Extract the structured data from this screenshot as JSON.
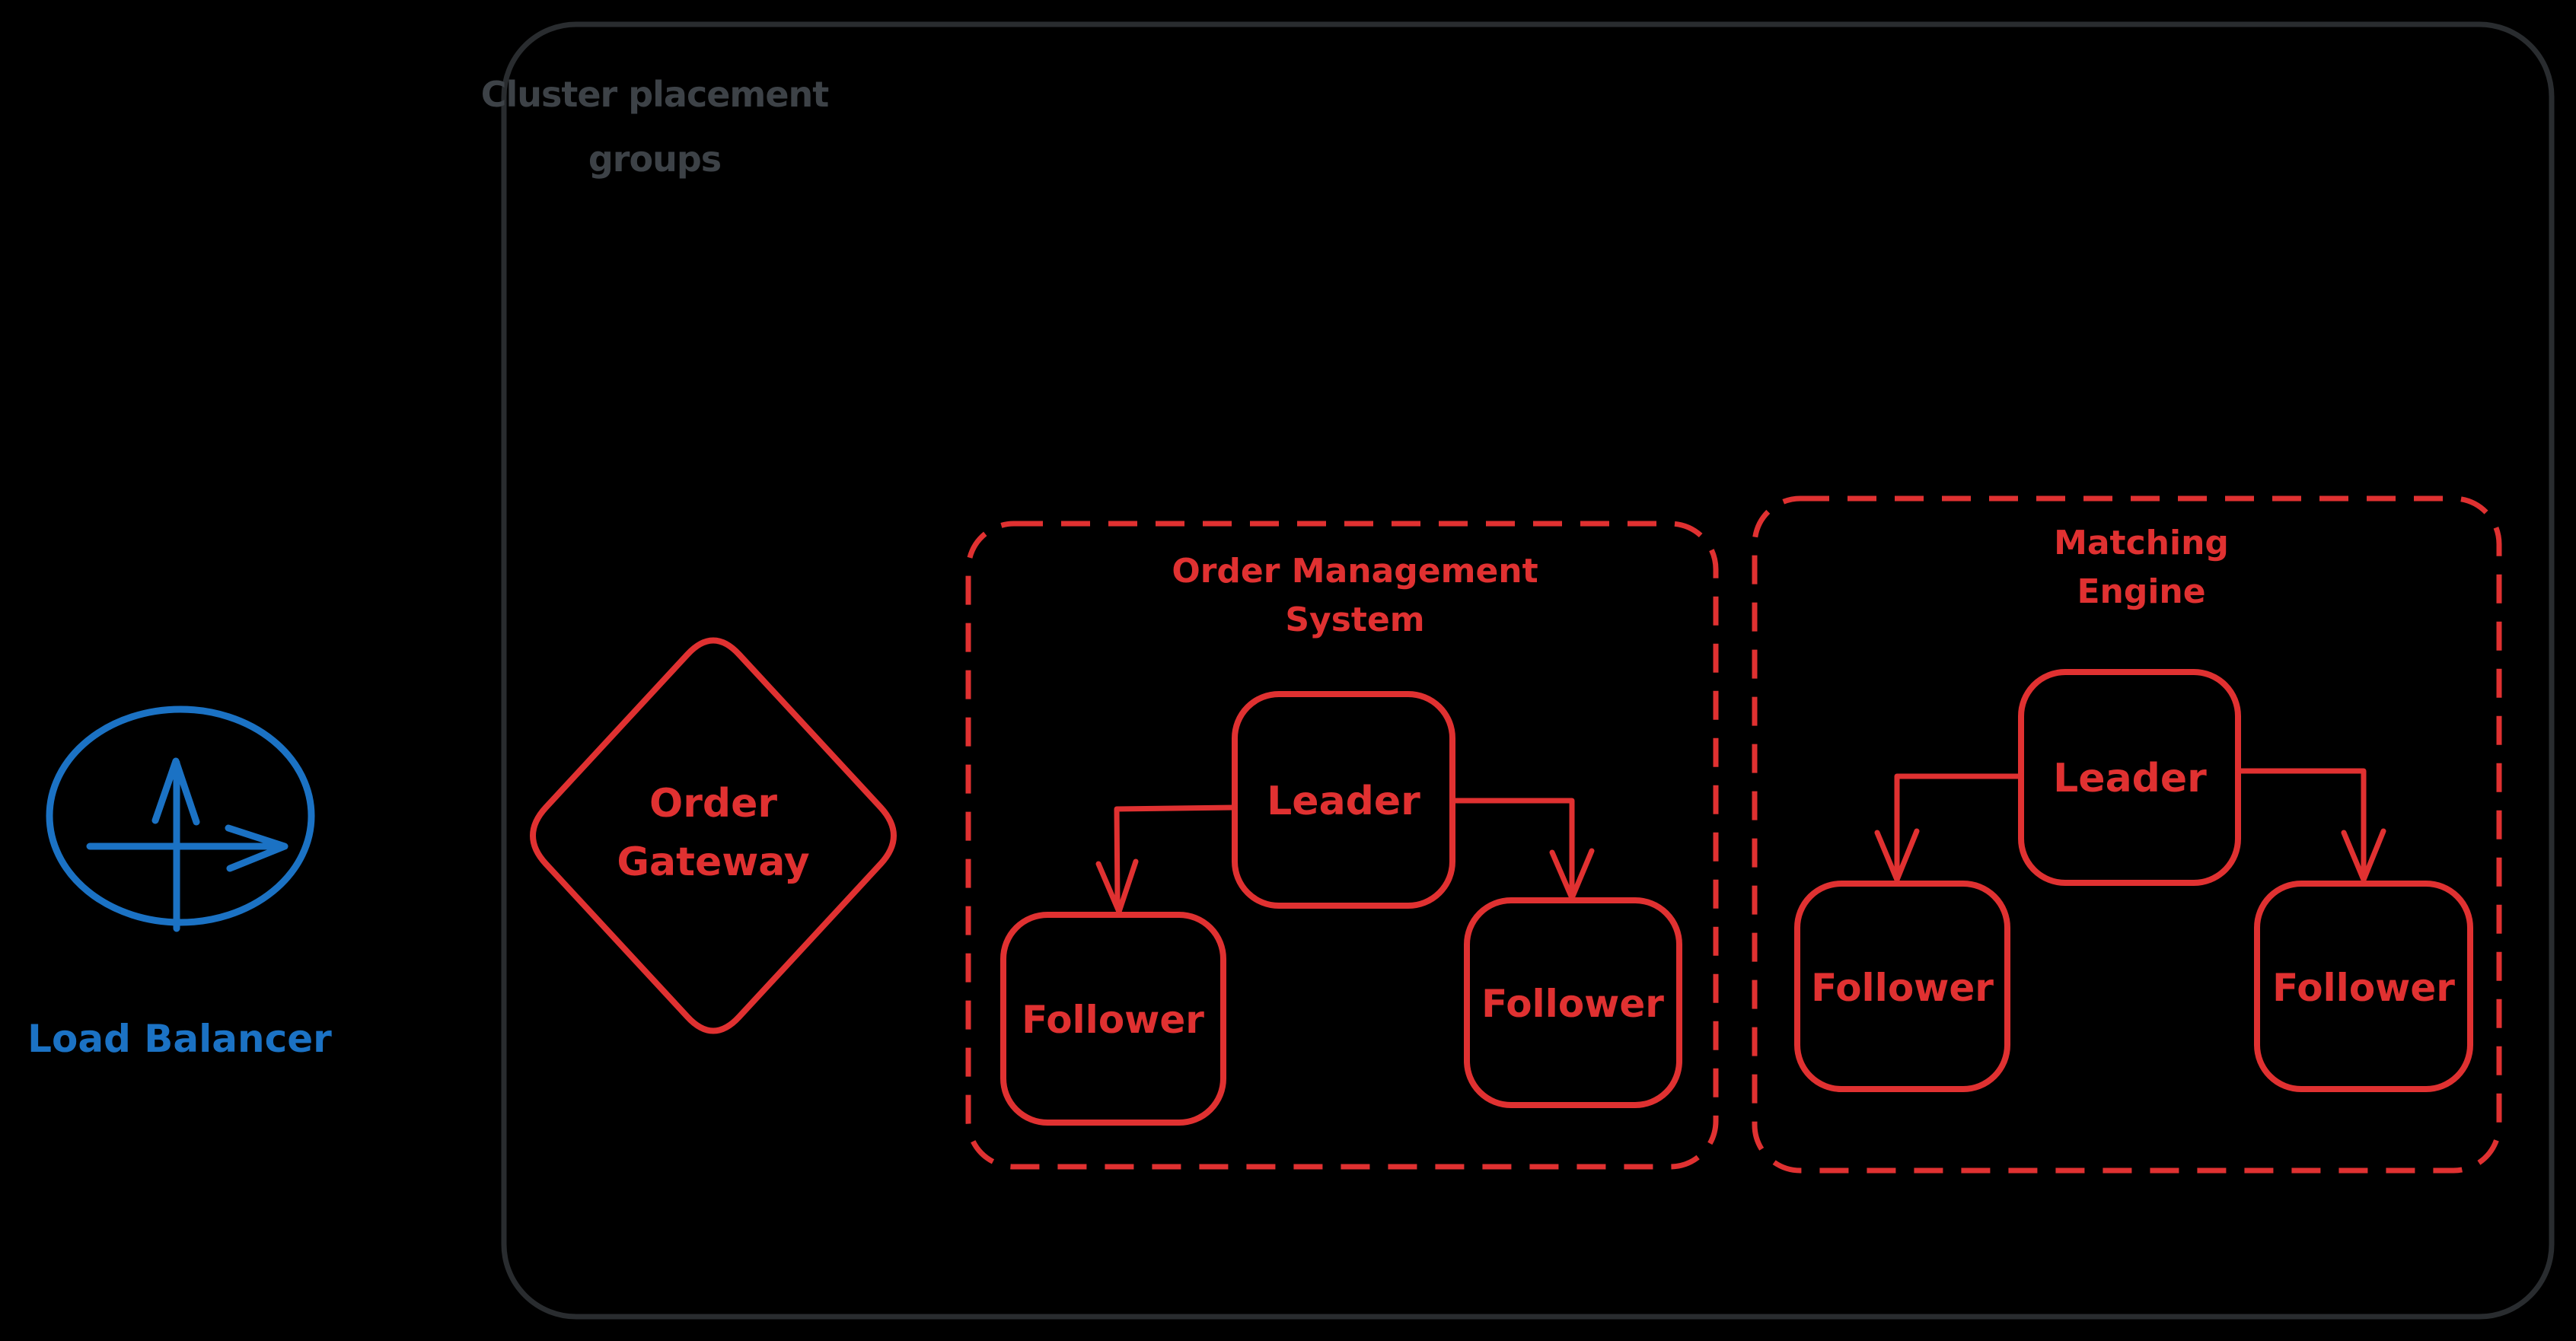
{
  "colors": {
    "background": "#000000",
    "red": "#e03131",
    "blue": "#1b72c4",
    "container_stroke": "#292c2f",
    "container_title": "#3d4247"
  },
  "container": {
    "title_line1": "Cluster placement",
    "title_line2": "groups"
  },
  "load_balancer": {
    "label": "Load Balancer",
    "icon": "circle-cross-arrows-icon"
  },
  "order_gateway": {
    "line1": "Order",
    "line2": "Gateway"
  },
  "groups": [
    {
      "title_line1": "Order Management",
      "title_line2": "System",
      "leader_label": "Leader",
      "followers": [
        "Follower",
        "Follower"
      ]
    },
    {
      "title_line1": "Matching",
      "title_line2": "Engine",
      "leader_label": "Leader",
      "followers": [
        "Follower",
        "Follower"
      ]
    }
  ]
}
